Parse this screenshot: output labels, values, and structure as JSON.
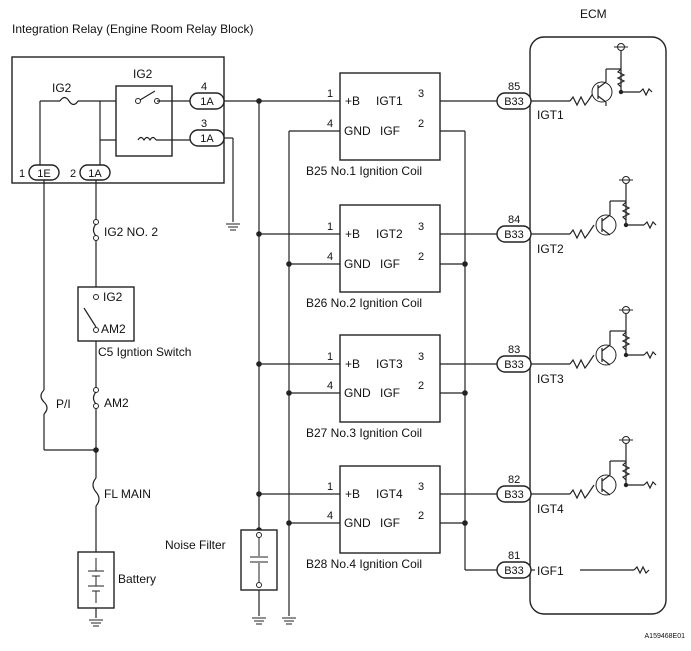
{
  "relay": {
    "title": "Integration Relay (Engine Room Relay Block)",
    "fuse_ig2": "IG2",
    "relay_name": "IG2",
    "pin4": "4",
    "pin3": "3",
    "conn_1a_top": "1A",
    "conn_1a_mid": "1A",
    "pin1": "1",
    "conn_1e": "1E",
    "pin2": "2",
    "conn_1a_bot": "1A"
  },
  "fuses": {
    "ig2_no2": "IG2 NO. 2",
    "pi": "P/I",
    "am2": "AM2",
    "fl_main": "FL MAIN"
  },
  "switch": {
    "ig2": "IG2",
    "am2": "AM2",
    "label": "C5   Igntion Switch"
  },
  "battery": "Battery",
  "noise_filter": "Noise Filter",
  "ecm": "ECM",
  "coils": [
    {
      "pin_b": "1",
      "label_b": "+B",
      "pin_gnd": "4",
      "label_gnd": "GND",
      "out_label": "IGT1",
      "out_pin": "3",
      "igf_label": "IGF",
      "igf_pin": "2",
      "name": "B25   No.1 Ignition Coil",
      "ecm_pin": "85",
      "conn": "B33",
      "signal": "IGT1"
    },
    {
      "pin_b": "1",
      "label_b": "+B",
      "pin_gnd": "4",
      "label_gnd": "GND",
      "out_label": "IGT2",
      "out_pin": "3",
      "igf_label": "IGF",
      "igf_pin": "2",
      "name": "B26   No.2 Ignition Coil",
      "ecm_pin": "84",
      "conn": "B33",
      "signal": "IGT2"
    },
    {
      "pin_b": "1",
      "label_b": "+B",
      "pin_gnd": "4",
      "label_gnd": "GND",
      "out_label": "IGT3",
      "out_pin": "3",
      "igf_label": "IGF",
      "igf_pin": "2",
      "name": "B27   No.3 Ignition Coil",
      "ecm_pin": "83",
      "conn": "B33",
      "signal": "IGT3"
    },
    {
      "pin_b": "1",
      "label_b": "+B",
      "pin_gnd": "4",
      "label_gnd": "GND",
      "out_label": "IGT4",
      "out_pin": "3",
      "igf_label": "IGF",
      "igf_pin": "2",
      "name": "B28   No.4 Ignition Coil",
      "ecm_pin": "82",
      "conn": "B33",
      "signal": "IGT4"
    }
  ],
  "igf1": {
    "ecm_pin": "81",
    "conn": "B33",
    "signal": "IGF1"
  },
  "figure_id": "A159468E01"
}
